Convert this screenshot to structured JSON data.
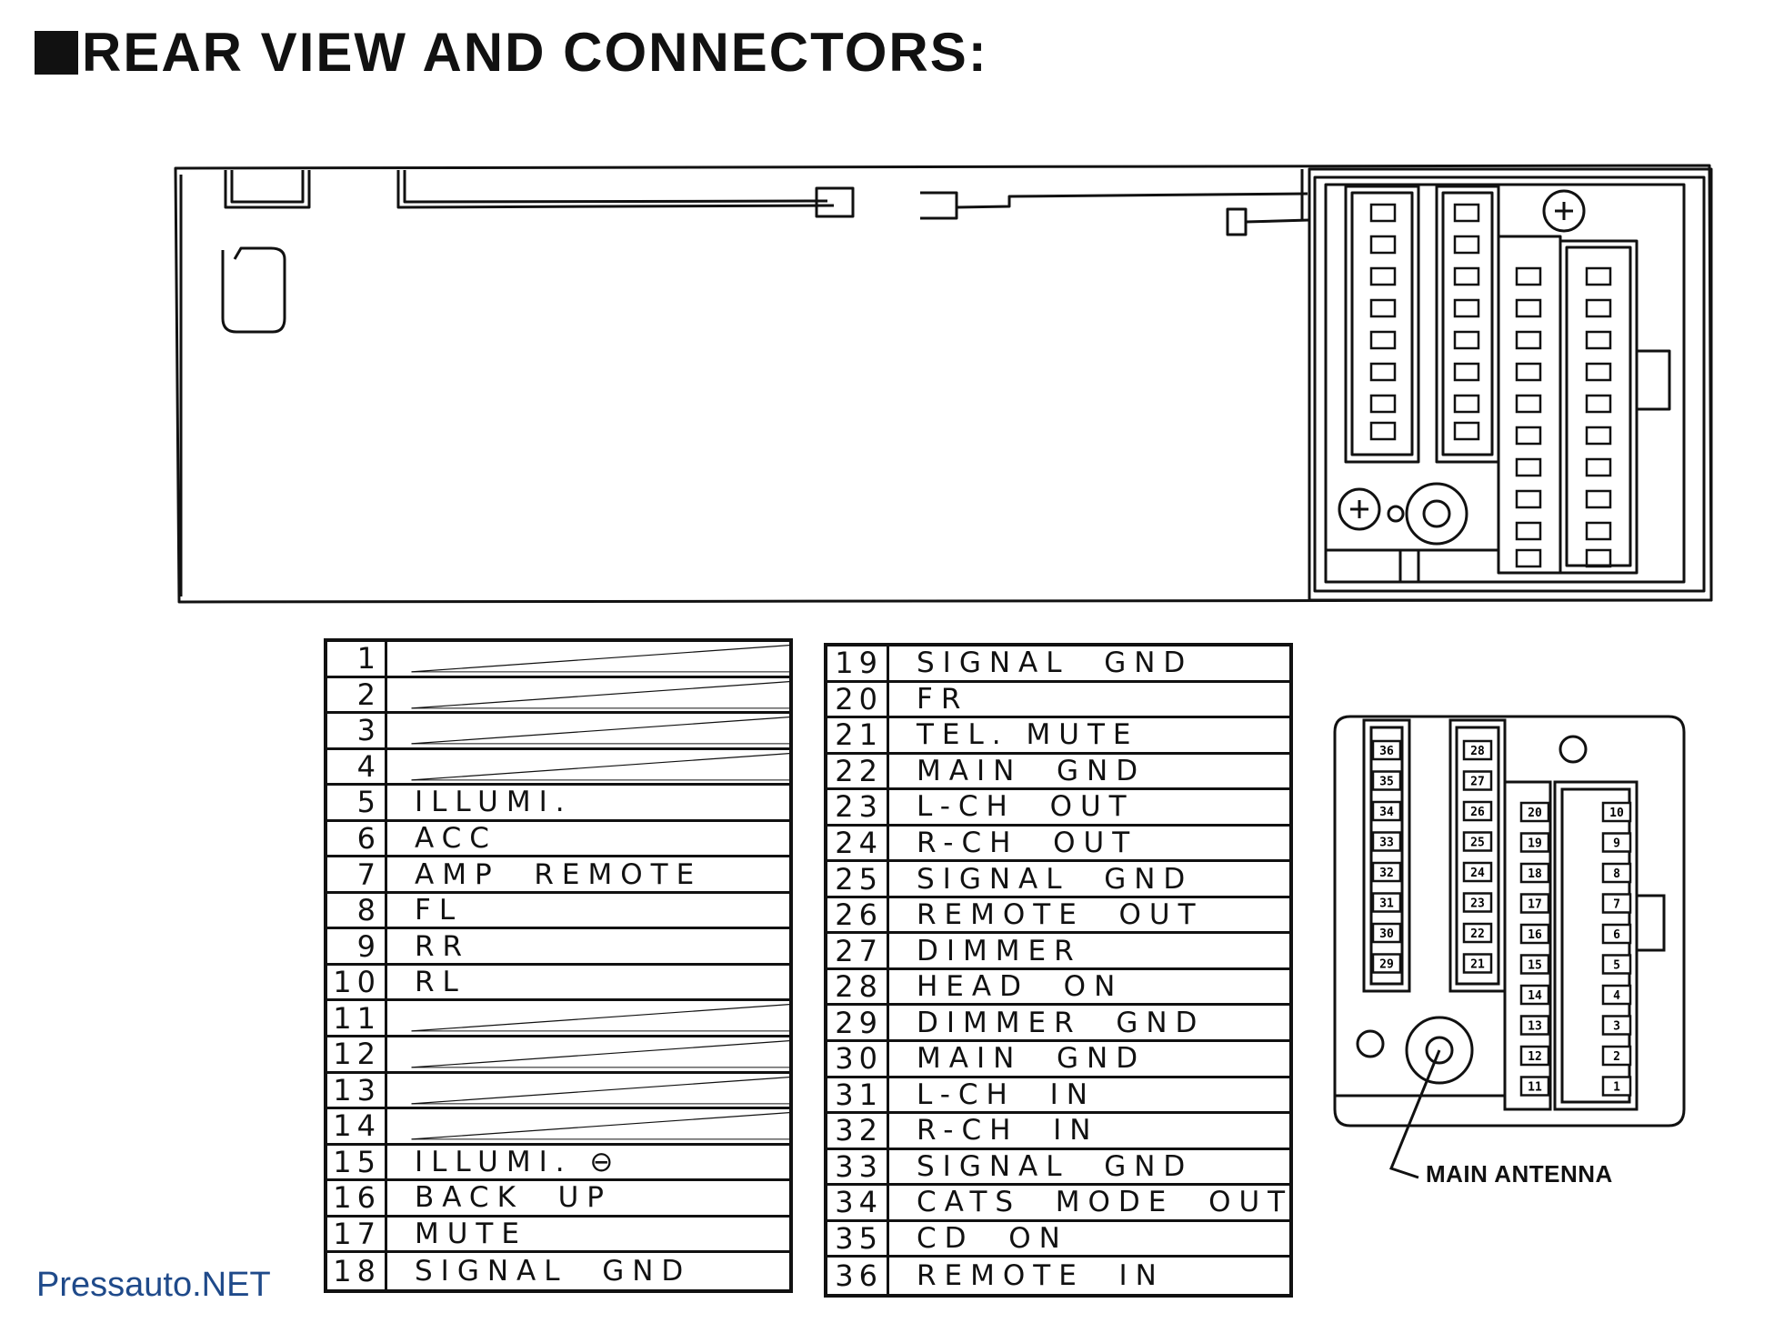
{
  "title": "REAR VIEW AND CONNECTORS:",
  "watermark": "Pressauto.NET",
  "antenna_label": "MAIN ANTENNA",
  "left_table": [
    {
      "pin": "1",
      "label": "",
      "unused": true
    },
    {
      "pin": "2",
      "label": "",
      "unused": true
    },
    {
      "pin": "3",
      "label": "",
      "unused": true
    },
    {
      "pin": "4",
      "label": "",
      "unused": true
    },
    {
      "pin": "5",
      "label": "ILLUMI.",
      "unused": false
    },
    {
      "pin": "6",
      "label": "ACC",
      "unused": false
    },
    {
      "pin": "7",
      "label": "AMP  REMOTE",
      "unused": false
    },
    {
      "pin": "8",
      "label": "FL",
      "unused": false
    },
    {
      "pin": "9",
      "label": "RR",
      "unused": false
    },
    {
      "pin": "10",
      "label": "RL",
      "unused": false
    },
    {
      "pin": "11",
      "label": "",
      "unused": true
    },
    {
      "pin": "12",
      "label": "",
      "unused": true
    },
    {
      "pin": "13",
      "label": "",
      "unused": true
    },
    {
      "pin": "14",
      "label": "",
      "unused": true
    },
    {
      "pin": "15",
      "label": "ILLUMI. ⊖",
      "unused": false
    },
    {
      "pin": "16",
      "label": "BACK  UP",
      "unused": false
    },
    {
      "pin": "17",
      "label": "MUTE",
      "unused": false
    },
    {
      "pin": "18",
      "label": "SIGNAL  GND",
      "unused": false
    }
  ],
  "right_table": [
    {
      "pin": "19",
      "label": "SIGNAL  GND"
    },
    {
      "pin": "20",
      "label": "FR"
    },
    {
      "pin": "21",
      "label": "TEL. MUTE"
    },
    {
      "pin": "22",
      "label": "MAIN  GND"
    },
    {
      "pin": "23",
      "label": "L-CH  OUT"
    },
    {
      "pin": "24",
      "label": "R-CH  OUT"
    },
    {
      "pin": "25",
      "label": "SIGNAL  GND"
    },
    {
      "pin": "26",
      "label": "REMOTE  OUT"
    },
    {
      "pin": "27",
      "label": "DIMMER"
    },
    {
      "pin": "28",
      "label": "HEAD  ON"
    },
    {
      "pin": "29",
      "label": "DIMMER  GND"
    },
    {
      "pin": "30",
      "label": "MAIN  GND"
    },
    {
      "pin": "31",
      "label": "L-CH  IN"
    },
    {
      "pin": "32",
      "label": "R-CH  IN"
    },
    {
      "pin": "33",
      "label": "SIGNAL  GND"
    },
    {
      "pin": "34",
      "label": "CATS  MODE  OUT"
    },
    {
      "pin": "35",
      "label": "CD  ON"
    },
    {
      "pin": "36",
      "label": "REMOTE  IN"
    }
  ],
  "connector_pins": {
    "col1": [
      "36",
      "35",
      "34",
      "33",
      "32",
      "31",
      "30",
      "29"
    ],
    "col2": [
      "28",
      "27",
      "26",
      "25",
      "24",
      "23",
      "22",
      "21"
    ],
    "col3": [
      "20",
      "19",
      "18",
      "17",
      "16",
      "15",
      "14",
      "13",
      "12",
      "11"
    ],
    "col4": [
      "10",
      "9",
      "8",
      "7",
      "6",
      "5",
      "4",
      "3",
      "2",
      "1"
    ]
  }
}
